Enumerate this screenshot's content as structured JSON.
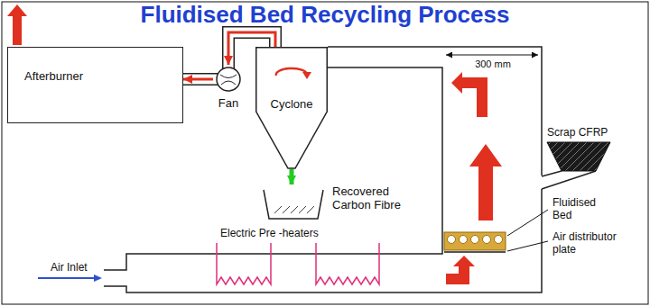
{
  "diagram": {
    "title": "Fluidised Bed Recycling Process",
    "nodes": [
      {
        "text": [
          "Afterburner"
        ]
      },
      {
        "text": [
          "Fan"
        ]
      },
      {
        "text": [
          "Cyclone"
        ]
      },
      {
        "text": [
          "Recovered Carbon Fibre"
        ]
      }
    ],
    "edges": [
      {
        "from": 1,
        "to": 0,
        "arrow": "to"
      },
      {
        "from": 2,
        "to": 1,
        "arrow": "to"
      },
      {
        "from": 2,
        "to": 3,
        "arrow": "to"
      }
    ],
    "labels": [
      "300 mm",
      "Scrap CFRP",
      "Fluidised Bed",
      "Air distributor plate",
      "Electric Pre -heaters",
      "Air Inlet"
    ]
  }
}
